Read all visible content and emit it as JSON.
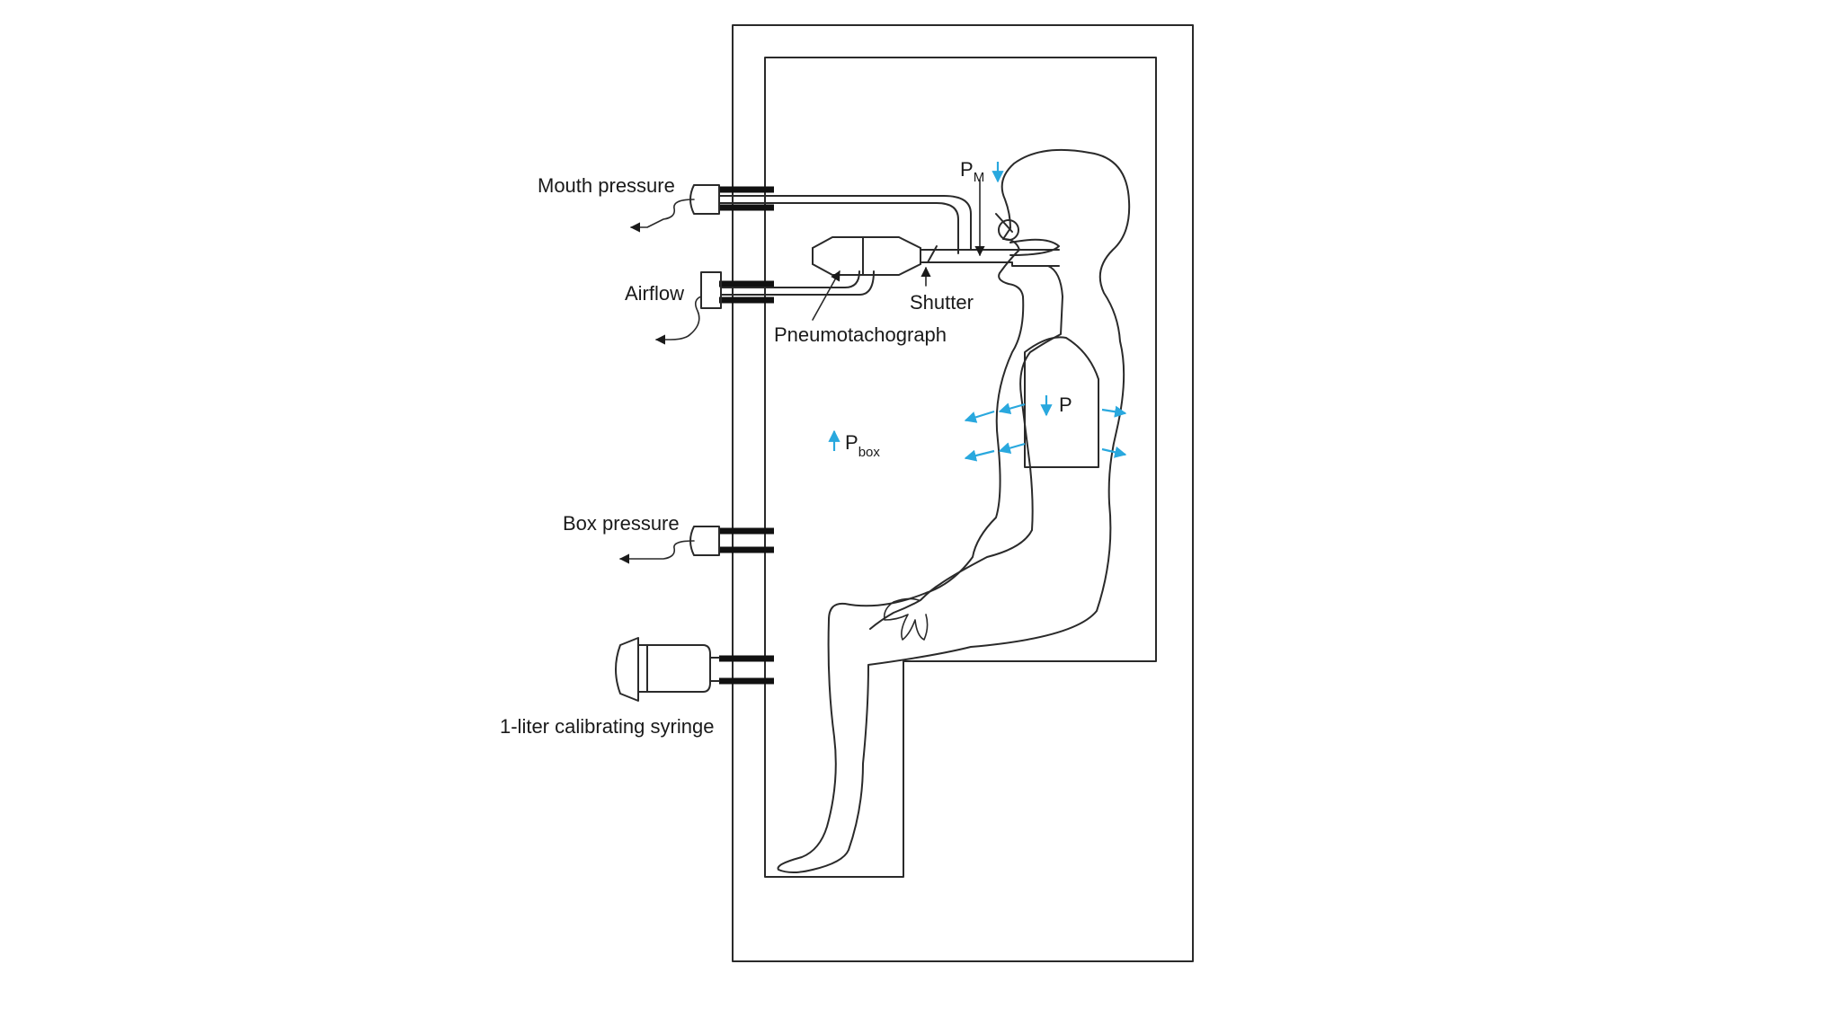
{
  "labels": {
    "mouth_pressure": "Mouth pressure",
    "airflow": "Airflow",
    "pneumotachograph": "Pneumotachograph",
    "shutter": "Shutter",
    "box_pressure": "Box pressure",
    "syringe": "1-liter calibrating syringe",
    "pm_base": "P",
    "pm_sub": "M",
    "p_alveolar": "P",
    "pbox_base": "P",
    "pbox_sub": "box"
  },
  "colors": {
    "accent_arrow": "#29a8de",
    "line": "#2a2a2a",
    "plug": "#111111",
    "background": "#ffffff"
  }
}
